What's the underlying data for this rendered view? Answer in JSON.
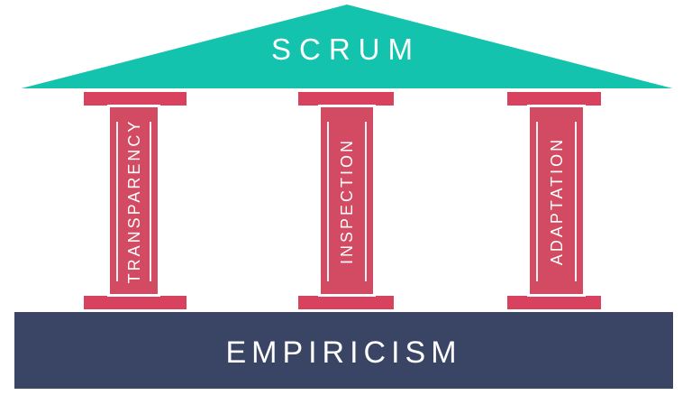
{
  "diagram": {
    "roof": {
      "label": "SCRUM"
    },
    "pillars": [
      {
        "label": "TRANSPARENCY"
      },
      {
        "label": "INSPECTION"
      },
      {
        "label": "ADAPTATION"
      }
    ],
    "base": {
      "label": "EMPIRICISM"
    },
    "colors": {
      "roof": "#14c3ad",
      "pillar": "#d24b63",
      "pillar_cap": "#d8425f",
      "base": "#3a4566",
      "outline": "#ffffff",
      "text": "#ffffff"
    }
  }
}
